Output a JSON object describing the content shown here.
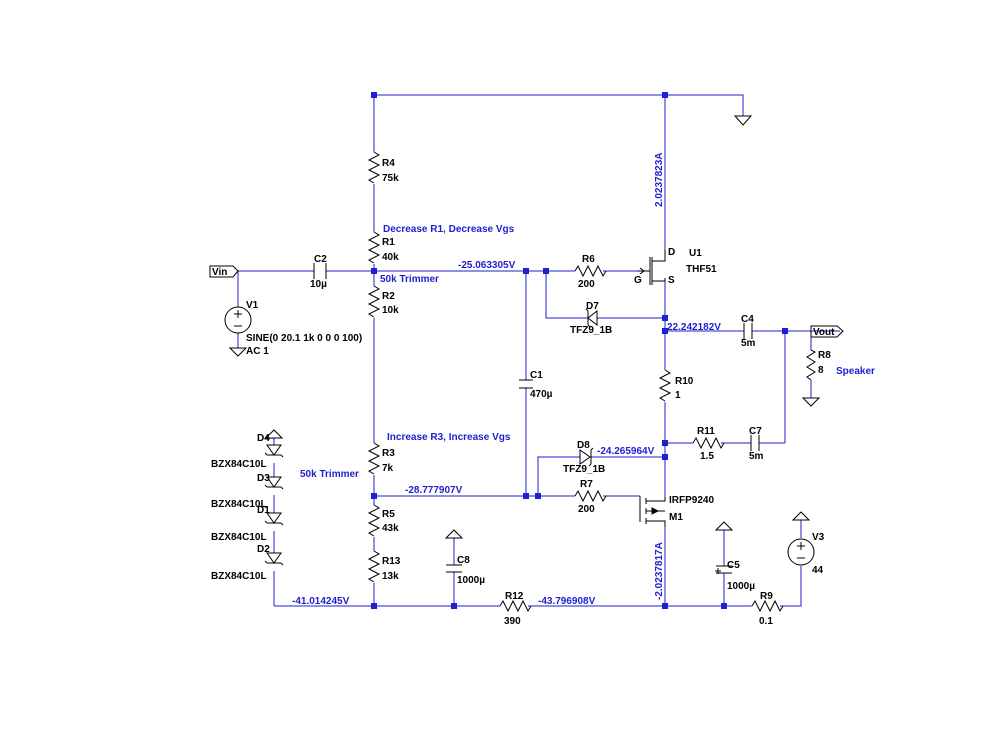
{
  "components": {
    "R4": {
      "name": "R4",
      "value": "75k"
    },
    "R1": {
      "name": "R1",
      "value": "40k"
    },
    "R2": {
      "name": "R2",
      "value": "10k"
    },
    "R3": {
      "name": "R3",
      "value": "7k"
    },
    "R5": {
      "name": "R5",
      "value": "43k"
    },
    "R13": {
      "name": "R13",
      "value": "13k"
    },
    "R6": {
      "name": "R6",
      "value": "200"
    },
    "R7": {
      "name": "R7",
      "value": "200"
    },
    "R8": {
      "name": "R8",
      "value": "8"
    },
    "R10": {
      "name": "R10",
      "value": "1"
    },
    "R11": {
      "name": "R11",
      "value": "1.5"
    },
    "R12": {
      "name": "R12",
      "value": "390"
    },
    "R9": {
      "name": "R9",
      "value": "0.1"
    },
    "C1": {
      "name": "C1",
      "value": "470µ"
    },
    "C2": {
      "name": "C2",
      "value": "10µ"
    },
    "C4": {
      "name": "C4",
      "value": "5m"
    },
    "C5": {
      "name": "C5",
      "value": "1000µ"
    },
    "C7": {
      "name": "C7",
      "value": "5m"
    },
    "C8": {
      "name": "C8",
      "value": "1000µ"
    },
    "D1": {
      "name": "D1",
      "value": "BZX84C10L"
    },
    "D2": {
      "name": "D2",
      "value": "BZX84C10L"
    },
    "D3": {
      "name": "D3",
      "value": "BZX84C10L"
    },
    "D4": {
      "name": "D4",
      "value": "BZX84C10L"
    },
    "D7": {
      "name": "D7",
      "value": "TFZ9_1B"
    },
    "D8": {
      "name": "D8",
      "value": "TFZ9_1B"
    },
    "U1": {
      "name": "U1",
      "value": "THF51",
      "pin_d": "D",
      "pin_g": "G",
      "pin_s": "S"
    },
    "M1": {
      "name": "M1",
      "value": "IRFP9240"
    },
    "V1": {
      "name": "V1",
      "value": "SINE(0 20.1 1k 0 0 0 100)",
      "ac": "AC 1"
    },
    "V3": {
      "name": "V3",
      "value": "44"
    }
  },
  "ports": {
    "vin": "Vin",
    "vout": "Vout"
  },
  "annotations": {
    "decrease": "Decrease R1, Decrease Vgs",
    "increase": "Increase R3, Increase Vgs",
    "trimmer_top": "50k Trimmer",
    "trimmer_bottom": "50k Trimmer",
    "speaker": "Speaker"
  },
  "probes": {
    "v_gate_top": "-25.063305V",
    "v_source": "22.242182V",
    "v_gate_bottom": "-28.777907V",
    "v_m1_source": "-24.265964V",
    "v_zener": "-41.014245V",
    "v_supply": "-43.796908V",
    "i_drain": "2.0237823A",
    "i_m1": "-2.0237817A"
  },
  "colors": {
    "wire": "#1f1fd0",
    "component": "#000000",
    "label": "#1f1fd0"
  }
}
